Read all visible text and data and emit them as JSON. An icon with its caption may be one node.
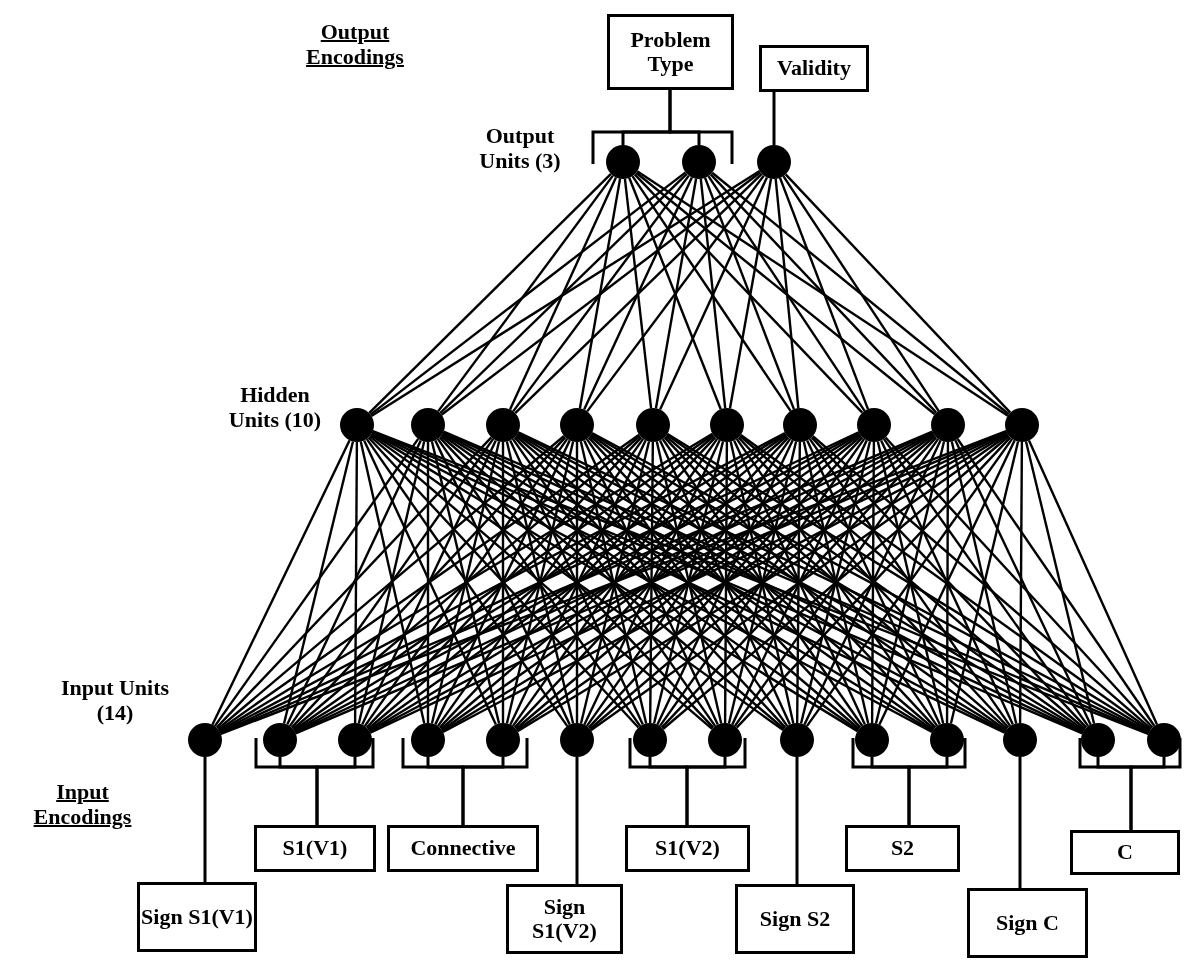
{
  "diagram": {
    "nodes": [
      {
        "text": [
          "Problem Type"
        ]
      },
      {
        "text": [
          "Validity"
        ]
      },
      {
        "text": [],
        "shape": "circle"
      },
      {
        "text": [],
        "shape": "circle"
      },
      {
        "text": [],
        "shape": "circle"
      },
      {
        "text": [],
        "shape": "circle"
      },
      {
        "text": [],
        "shape": "circle"
      },
      {
        "text": [],
        "shape": "circle"
      },
      {
        "text": [],
        "shape": "circle"
      },
      {
        "text": [],
        "shape": "circle"
      },
      {
        "text": [],
        "shape": "circle"
      },
      {
        "text": [],
        "shape": "circle"
      },
      {
        "text": [],
        "shape": "circle"
      },
      {
        "text": [],
        "shape": "circle"
      },
      {
        "text": [],
        "shape": "circle"
      },
      {
        "text": [],
        "shape": "circle"
      },
      {
        "text": [],
        "shape": "circle"
      },
      {
        "text": [],
        "shape": "circle"
      },
      {
        "text": [],
        "shape": "circle"
      },
      {
        "text": [],
        "shape": "circle"
      },
      {
        "text": [],
        "shape": "circle"
      },
      {
        "text": [],
        "shape": "circle"
      },
      {
        "text": [],
        "shape": "circle"
      },
      {
        "text": [],
        "shape": "circle"
      },
      {
        "text": [],
        "shape": "circle"
      },
      {
        "text": [],
        "shape": "circle"
      },
      {
        "text": [],
        "shape": "circle"
      },
      {
        "text": [],
        "shape": "circle"
      },
      {
        "text": [],
        "shape": "circle"
      },
      {
        "text": [
          "S1(V1)"
        ]
      },
      {
        "text": [
          "Connective"
        ]
      },
      {
        "text": [
          "S1(V2)"
        ]
      },
      {
        "text": [
          "S2"
        ]
      },
      {
        "text": [
          "C"
        ]
      },
      {
        "text": [
          "Sign S1(V1)"
        ]
      },
      {
        "text": [
          "Sign S1(V2)"
        ]
      },
      {
        "text": [
          "Sign S2"
        ]
      },
      {
        "text": [
          "Sign C"
        ]
      }
    ],
    "edges": [
      {
        "from": 2,
        "to": 5,
        "arrow": "none"
      },
      {
        "from": 2,
        "to": 6,
        "arrow": "none"
      },
      {
        "from": 2,
        "to": 7,
        "arrow": "none"
      },
      {
        "from": 2,
        "to": 8,
        "arrow": "none"
      },
      {
        "from": 2,
        "to": 9,
        "arrow": "none"
      },
      {
        "from": 2,
        "to": 10,
        "arrow": "none"
      },
      {
        "from": 2,
        "to": 11,
        "arrow": "none"
      },
      {
        "from": 2,
        "to": 12,
        "arrow": "none"
      },
      {
        "from": 2,
        "to": 13,
        "arrow": "none"
      },
      {
        "from": 2,
        "to": 14,
        "arrow": "none"
      },
      {
        "from": 3,
        "to": 5,
        "arrow": "none"
      },
      {
        "from": 3,
        "to": 6,
        "arrow": "none"
      },
      {
        "from": 3,
        "to": 7,
        "arrow": "none"
      },
      {
        "from": 3,
        "to": 8,
        "arrow": "none"
      },
      {
        "from": 3,
        "to": 9,
        "arrow": "none"
      },
      {
        "from": 3,
        "to": 10,
        "arrow": "none"
      },
      {
        "from": 3,
        "to": 11,
        "arrow": "none"
      },
      {
        "from": 3,
        "to": 12,
        "arrow": "none"
      },
      {
        "from": 3,
        "to": 13,
        "arrow": "none"
      },
      {
        "from": 3,
        "to": 14,
        "arrow": "none"
      },
      {
        "from": 4,
        "to": 5,
        "arrow": "none"
      },
      {
        "from": 4,
        "to": 6,
        "arrow": "none"
      },
      {
        "from": 4,
        "to": 7,
        "arrow": "none"
      },
      {
        "from": 4,
        "to": 8,
        "arrow": "none"
      },
      {
        "from": 4,
        "to": 9,
        "arrow": "none"
      },
      {
        "from": 4,
        "to": 10,
        "arrow": "none"
      },
      {
        "from": 4,
        "to": 11,
        "arrow": "none"
      },
      {
        "from": 4,
        "to": 12,
        "arrow": "none"
      },
      {
        "from": 4,
        "to": 13,
        "arrow": "none"
      },
      {
        "from": 4,
        "to": 14,
        "arrow": "none"
      },
      {
        "from": 5,
        "to": 15,
        "arrow": "none"
      },
      {
        "from": 5,
        "to": 16,
        "arrow": "none"
      },
      {
        "from": 5,
        "to": 17,
        "arrow": "none"
      },
      {
        "from": 5,
        "to": 18,
        "arrow": "none"
      },
      {
        "from": 5,
        "to": 19,
        "arrow": "none"
      },
      {
        "from": 5,
        "to": 20,
        "arrow": "none"
      },
      {
        "from": 5,
        "to": 21,
        "arrow": "none"
      },
      {
        "from": 5,
        "to": 22,
        "arrow": "none"
      },
      {
        "from": 5,
        "to": 23,
        "arrow": "none"
      },
      {
        "from": 5,
        "to": 24,
        "arrow": "none"
      },
      {
        "from": 5,
        "to": 25,
        "arrow": "none"
      },
      {
        "from": 5,
        "to": 26,
        "arrow": "none"
      },
      {
        "from": 5,
        "to": 27,
        "arrow": "none"
      },
      {
        "from": 5,
        "to": 28,
        "arrow": "none"
      },
      {
        "from": 6,
        "to": 15,
        "arrow": "none"
      },
      {
        "from": 6,
        "to": 16,
        "arrow": "none"
      },
      {
        "from": 6,
        "to": 17,
        "arrow": "none"
      },
      {
        "from": 6,
        "to": 18,
        "arrow": "none"
      },
      {
        "from": 6,
        "to": 19,
        "arrow": "none"
      },
      {
        "from": 6,
        "to": 20,
        "arrow": "none"
      },
      {
        "from": 6,
        "to": 21,
        "arrow": "none"
      },
      {
        "from": 6,
        "to": 22,
        "arrow": "none"
      },
      {
        "from": 6,
        "to": 23,
        "arrow": "none"
      },
      {
        "from": 6,
        "to": 24,
        "arrow": "none"
      },
      {
        "from": 6,
        "to": 25,
        "arrow": "none"
      },
      {
        "from": 6,
        "to": 26,
        "arrow": "none"
      },
      {
        "from": 6,
        "to": 27,
        "arrow": "none"
      },
      {
        "from": 6,
        "to": 28,
        "arrow": "none"
      },
      {
        "from": 7,
        "to": 15,
        "arrow": "none"
      },
      {
        "from": 7,
        "to": 16,
        "arrow": "none"
      },
      {
        "from": 7,
        "to": 17,
        "arrow": "none"
      },
      {
        "from": 7,
        "to": 18,
        "arrow": "none"
      },
      {
        "from": 7,
        "to": 19,
        "arrow": "none"
      },
      {
        "from": 7,
        "to": 20,
        "arrow": "none"
      },
      {
        "from": 7,
        "to": 21,
        "arrow": "none"
      },
      {
        "from": 7,
        "to": 22,
        "arrow": "none"
      },
      {
        "from": 7,
        "to": 23,
        "arrow": "none"
      },
      {
        "from": 7,
        "to": 24,
        "arrow": "none"
      },
      {
        "from": 7,
        "to": 25,
        "arrow": "none"
      },
      {
        "from": 7,
        "to": 26,
        "arrow": "none"
      },
      {
        "from": 7,
        "to": 27,
        "arrow": "none"
      },
      {
        "from": 7,
        "to": 28,
        "arrow": "none"
      },
      {
        "from": 8,
        "to": 15,
        "arrow": "none"
      },
      {
        "from": 8,
        "to": 16,
        "arrow": "none"
      },
      {
        "from": 8,
        "to": 17,
        "arrow": "none"
      },
      {
        "from": 8,
        "to": 18,
        "arrow": "none"
      },
      {
        "from": 8,
        "to": 19,
        "arrow": "none"
      },
      {
        "from": 8,
        "to": 20,
        "arrow": "none"
      },
      {
        "from": 8,
        "to": 21,
        "arrow": "none"
      },
      {
        "from": 8,
        "to": 22,
        "arrow": "none"
      },
      {
        "from": 8,
        "to": 23,
        "arrow": "none"
      },
      {
        "from": 8,
        "to": 24,
        "arrow": "none"
      },
      {
        "from": 8,
        "to": 25,
        "arrow": "none"
      },
      {
        "from": 8,
        "to": 26,
        "arrow": "none"
      },
      {
        "from": 8,
        "to": 27,
        "arrow": "none"
      },
      {
        "from": 8,
        "to": 28,
        "arrow": "none"
      },
      {
        "from": 9,
        "to": 15,
        "arrow": "none"
      },
      {
        "from": 9,
        "to": 16,
        "arrow": "none"
      },
      {
        "from": 9,
        "to": 17,
        "arrow": "none"
      },
      {
        "from": 9,
        "to": 18,
        "arrow": "none"
      },
      {
        "from": 9,
        "to": 19,
        "arrow": "none"
      },
      {
        "from": 9,
        "to": 20,
        "arrow": "none"
      },
      {
        "from": 9,
        "to": 21,
        "arrow": "none"
      },
      {
        "from": 9,
        "to": 22,
        "arrow": "none"
      },
      {
        "from": 9,
        "to": 23,
        "arrow": "none"
      },
      {
        "from": 9,
        "to": 24,
        "arrow": "none"
      },
      {
        "from": 9,
        "to": 25,
        "arrow": "none"
      },
      {
        "from": 9,
        "to": 26,
        "arrow": "none"
      },
      {
        "from": 9,
        "to": 27,
        "arrow": "none"
      },
      {
        "from": 9,
        "to": 28,
        "arrow": "none"
      },
      {
        "from": 10,
        "to": 15,
        "arrow": "none"
      },
      {
        "from": 10,
        "to": 16,
        "arrow": "none"
      },
      {
        "from": 10,
        "to": 17,
        "arrow": "none"
      },
      {
        "from": 10,
        "to": 18,
        "arrow": "none"
      },
      {
        "from": 10,
        "to": 19,
        "arrow": "none"
      },
      {
        "from": 10,
        "to": 20,
        "arrow": "none"
      },
      {
        "from": 10,
        "to": 21,
        "arrow": "none"
      },
      {
        "from": 10,
        "to": 22,
        "arrow": "none"
      },
      {
        "from": 10,
        "to": 23,
        "arrow": "none"
      },
      {
        "from": 10,
        "to": 24,
        "arrow": "none"
      },
      {
        "from": 10,
        "to": 25,
        "arrow": "none"
      },
      {
        "from": 10,
        "to": 26,
        "arrow": "none"
      },
      {
        "from": 10,
        "to": 27,
        "arrow": "none"
      },
      {
        "from": 10,
        "to": 28,
        "arrow": "none"
      },
      {
        "from": 11,
        "to": 15,
        "arrow": "none"
      },
      {
        "from": 11,
        "to": 16,
        "arrow": "none"
      },
      {
        "from": 11,
        "to": 17,
        "arrow": "none"
      },
      {
        "from": 11,
        "to": 18,
        "arrow": "none"
      },
      {
        "from": 11,
        "to": 19,
        "arrow": "none"
      },
      {
        "from": 11,
        "to": 20,
        "arrow": "none"
      },
      {
        "from": 11,
        "to": 21,
        "arrow": "none"
      },
      {
        "from": 11,
        "to": 22,
        "arrow": "none"
      },
      {
        "from": 11,
        "to": 23,
        "arrow": "none"
      },
      {
        "from": 11,
        "to": 24,
        "arrow": "none"
      },
      {
        "from": 11,
        "to": 25,
        "arrow": "none"
      },
      {
        "from": 11,
        "to": 26,
        "arrow": "none"
      },
      {
        "from": 11,
        "to": 27,
        "arrow": "none"
      },
      {
        "from": 11,
        "to": 28,
        "arrow": "none"
      },
      {
        "from": 12,
        "to": 15,
        "arrow": "none"
      },
      {
        "from": 12,
        "to": 16,
        "arrow": "none"
      },
      {
        "from": 12,
        "to": 17,
        "arrow": "none"
      },
      {
        "from": 12,
        "to": 18,
        "arrow": "none"
      },
      {
        "from": 12,
        "to": 19,
        "arrow": "none"
      },
      {
        "from": 12,
        "to": 20,
        "arrow": "none"
      },
      {
        "from": 12,
        "to": 21,
        "arrow": "none"
      },
      {
        "from": 12,
        "to": 22,
        "arrow": "none"
      },
      {
        "from": 12,
        "to": 23,
        "arrow": "none"
      },
      {
        "from": 12,
        "to": 24,
        "arrow": "none"
      },
      {
        "from": 12,
        "to": 25,
        "arrow": "none"
      },
      {
        "from": 12,
        "to": 26,
        "arrow": "none"
      },
      {
        "from": 12,
        "to": 27,
        "arrow": "none"
      },
      {
        "from": 12,
        "to": 28,
        "arrow": "none"
      },
      {
        "from": 13,
        "to": 15,
        "arrow": "none"
      },
      {
        "from": 13,
        "to": 16,
        "arrow": "none"
      },
      {
        "from": 13,
        "to": 17,
        "arrow": "none"
      },
      {
        "from": 13,
        "to": 18,
        "arrow": "none"
      },
      {
        "from": 13,
        "to": 19,
        "arrow": "none"
      },
      {
        "from": 13,
        "to": 20,
        "arrow": "none"
      },
      {
        "from": 13,
        "to": 21,
        "arrow": "none"
      },
      {
        "from": 13,
        "to": 22,
        "arrow": "none"
      },
      {
        "from": 13,
        "to": 23,
        "arrow": "none"
      },
      {
        "from": 13,
        "to": 24,
        "arrow": "none"
      },
      {
        "from": 13,
        "to": 25,
        "arrow": "none"
      },
      {
        "from": 13,
        "to": 26,
        "arrow": "none"
      },
      {
        "from": 13,
        "to": 27,
        "arrow": "none"
      },
      {
        "from": 13,
        "to": 28,
        "arrow": "none"
      },
      {
        "from": 14,
        "to": 15,
        "arrow": "none"
      },
      {
        "from": 14,
        "to": 16,
        "arrow": "none"
      },
      {
        "from": 14,
        "to": 17,
        "arrow": "none"
      },
      {
        "from": 14,
        "to": 18,
        "arrow": "none"
      },
      {
        "from": 14,
        "to": 19,
        "arrow": "none"
      },
      {
        "from": 14,
        "to": 20,
        "arrow": "none"
      },
      {
        "from": 14,
        "to": 21,
        "arrow": "none"
      },
      {
        "from": 14,
        "to": 22,
        "arrow": "none"
      },
      {
        "from": 14,
        "to": 23,
        "arrow": "none"
      },
      {
        "from": 14,
        "to": 24,
        "arrow": "none"
      },
      {
        "from": 14,
        "to": 25,
        "arrow": "none"
      },
      {
        "from": 14,
        "to": 26,
        "arrow": "none"
      },
      {
        "from": 14,
        "to": 27,
        "arrow": "none"
      },
      {
        "from": 14,
        "to": 28,
        "arrow": "none"
      },
      {
        "from": 0,
        "to": 2,
        "arrow": "none"
      },
      {
        "from": 0,
        "to": 3,
        "arrow": "none"
      },
      {
        "from": 1,
        "to": 4,
        "arrow": "none"
      },
      {
        "from": 29,
        "to": 16,
        "arrow": "none"
      },
      {
        "from": 29,
        "to": 17,
        "arrow": "none"
      },
      {
        "from": 30,
        "to": 18,
        "arrow": "none"
      },
      {
        "from": 30,
        "to": 19,
        "arrow": "none"
      },
      {
        "from": 31,
        "to": 21,
        "arrow": "none"
      },
      {
        "from": 31,
        "to": 22,
        "arrow": "none"
      },
      {
        "from": 32,
        "to": 24,
        "arrow": "none"
      },
      {
        "from": 32,
        "to": 25,
        "arrow": "none"
      },
      {
        "from": 33,
        "to": 27,
        "arrow": "none"
      },
      {
        "from": 33,
        "to": 28,
        "arrow": "none"
      },
      {
        "from": 34,
        "to": 15,
        "arrow": "none"
      },
      {
        "from": 35,
        "to": 20,
        "arrow": "none"
      },
      {
        "from": 36,
        "to": 23,
        "arrow": "none"
      },
      {
        "from": 37,
        "to": 26,
        "arrow": "none"
      }
    ],
    "labels": [
      "Output Encodings",
      "Output Units (3)",
      "Hidden Units (10)",
      "Input Units (14)",
      "Input Encodings"
    ]
  }
}
